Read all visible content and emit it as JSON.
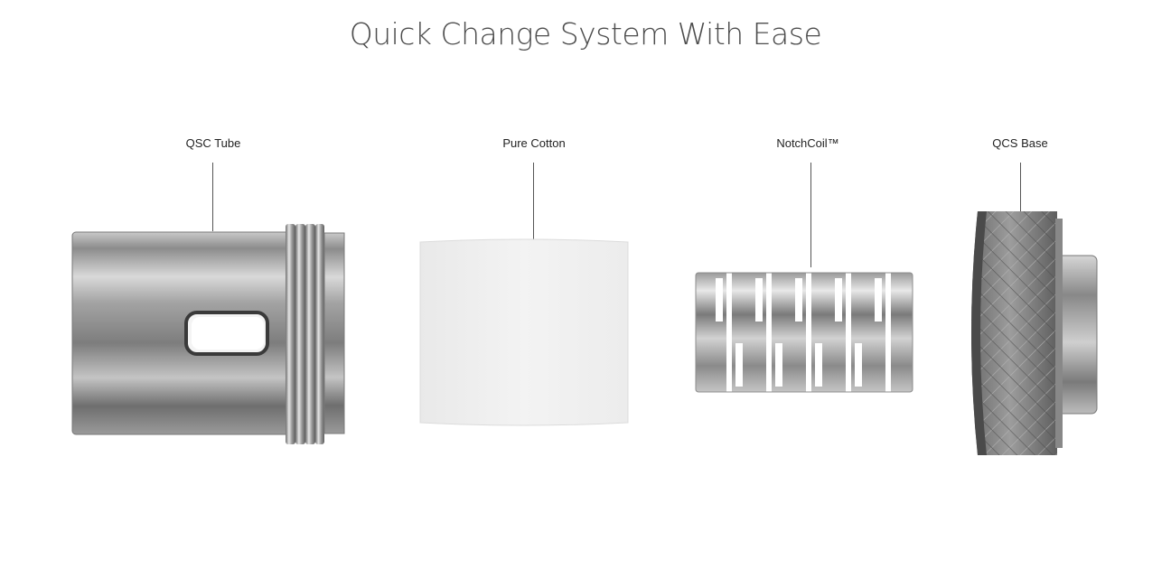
{
  "title": "Quick Change System With Ease",
  "parts": [
    {
      "label": "QSC Tube",
      "icon": "qsc-tube-image"
    },
    {
      "label": "Pure Cotton",
      "icon": "pure-cotton-image"
    },
    {
      "label": "NotchCoil™",
      "icon": "notchcoil-image"
    },
    {
      "label": "QCS Base",
      "icon": "qcs-base-image"
    }
  ]
}
